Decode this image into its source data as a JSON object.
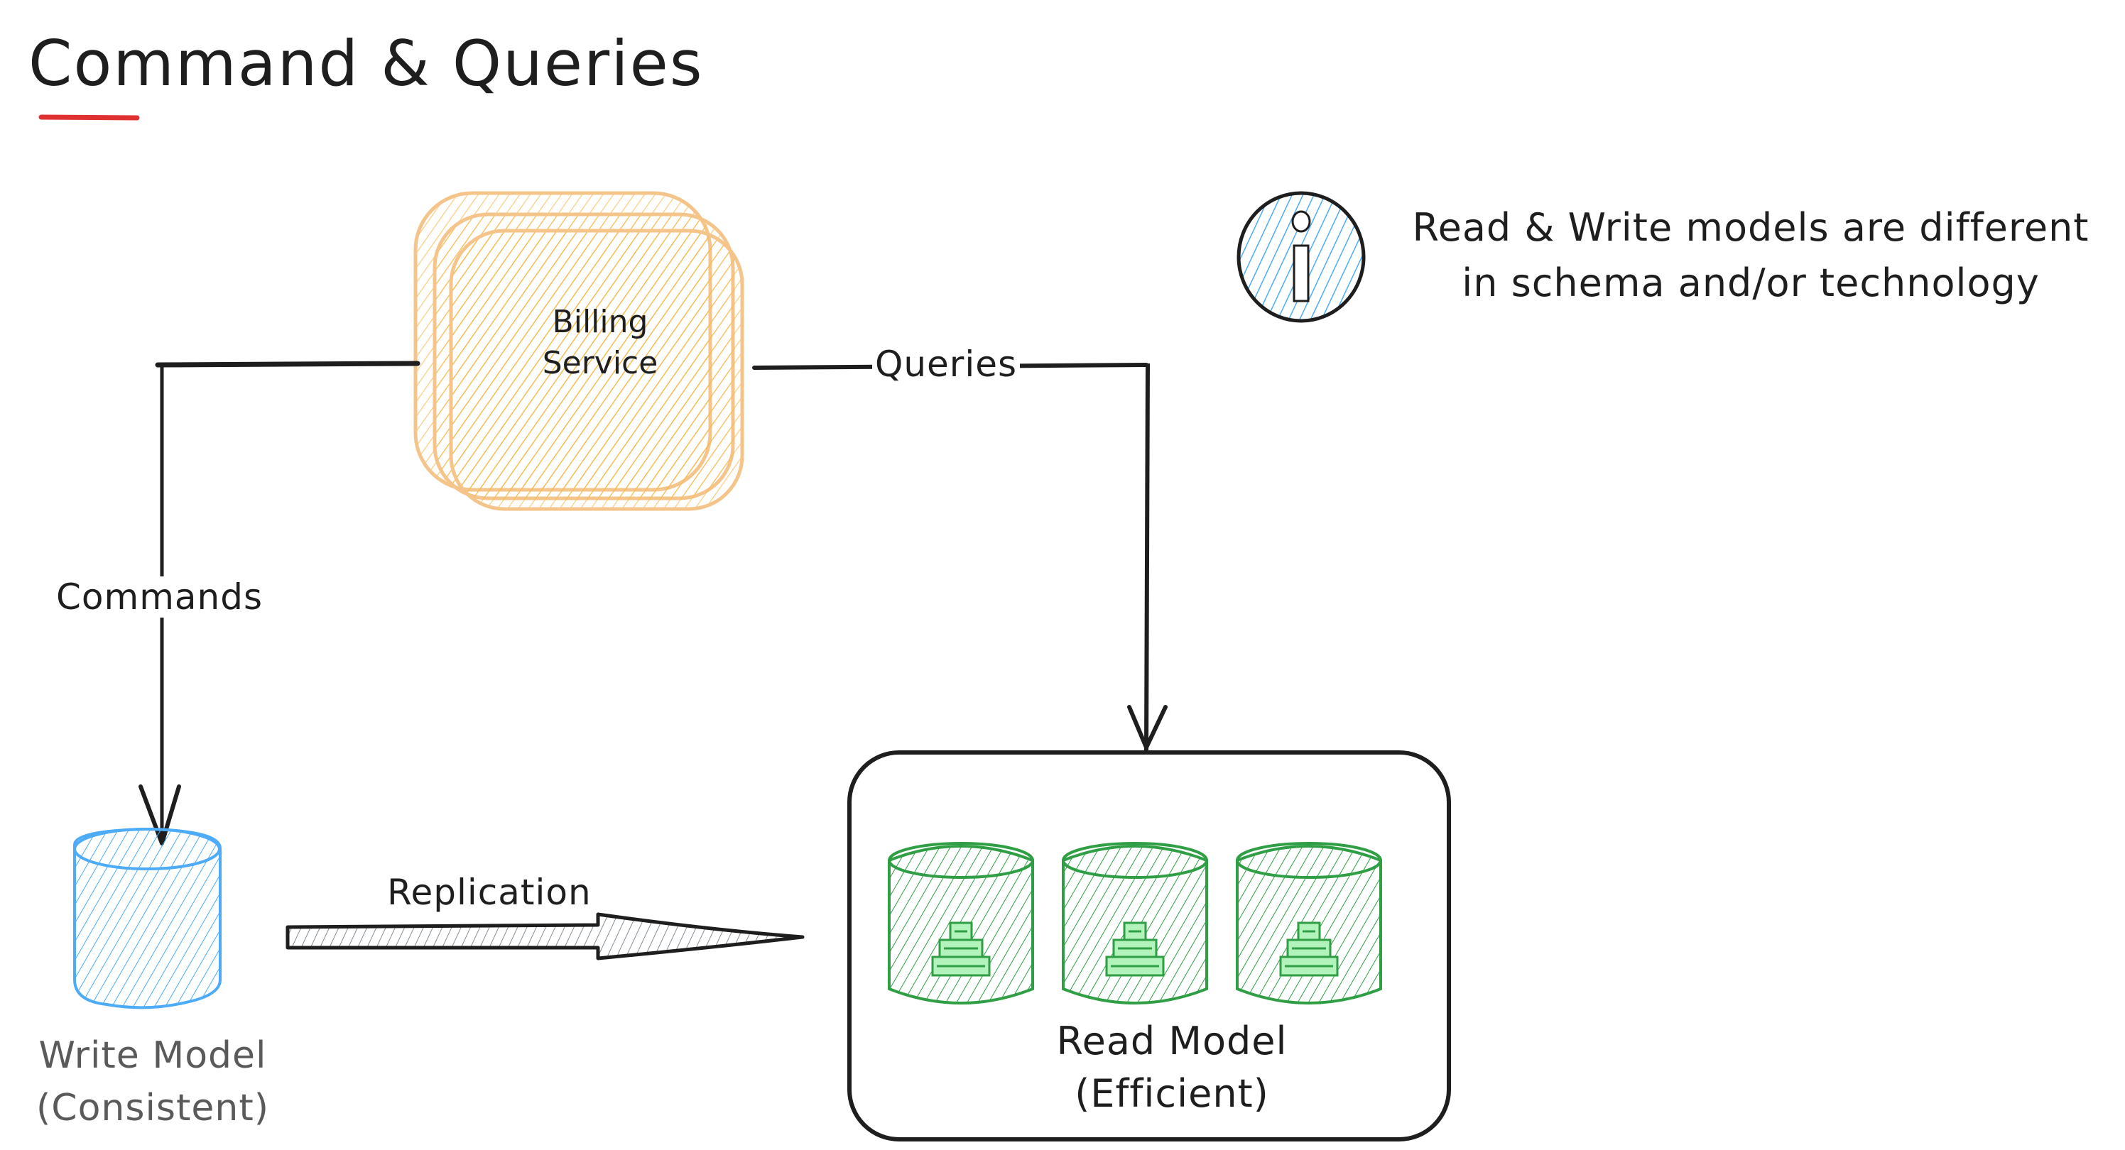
{
  "diagram": {
    "title": "Command & Queries",
    "service": {
      "line1": "Billing",
      "line2": "Service",
      "instances": 3,
      "color": "#f5a53b"
    },
    "edges": {
      "commands": "Commands",
      "queries": "Queries",
      "replication": "Replication"
    },
    "write_model": {
      "line1": "Write Model",
      "line2": "(Consistent)",
      "color": "#4dabf7"
    },
    "read_model": {
      "line1": "Read Model",
      "line2": "(Efficient)",
      "replica_count": 3,
      "color": "#2f9e44"
    },
    "note": {
      "icon": "info-icon",
      "line1": "Read & Write models are different",
      "line2": "in schema and/or technology"
    },
    "colors": {
      "ink": "#1e1e1e",
      "accent_underline": "#e03131",
      "service_fill": "#ffd08a",
      "write_stroke": "#4dabf7",
      "read_stroke": "#2f9e44",
      "read_fill": "#b2f2bb",
      "info_fill": "#4dabf7"
    }
  }
}
